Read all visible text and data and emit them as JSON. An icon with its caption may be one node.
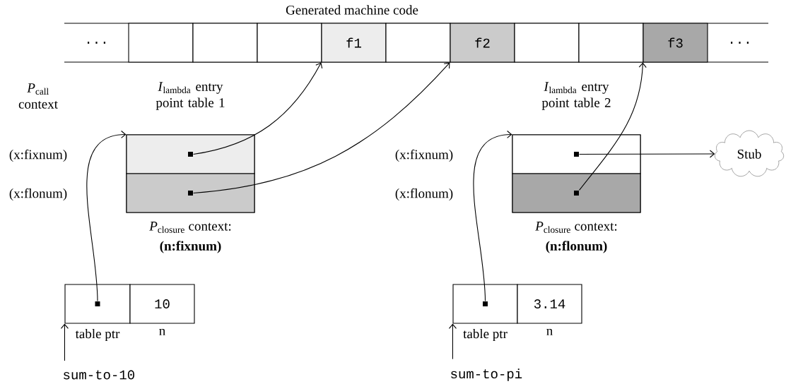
{
  "diagram": {
    "title": "Generated machine code",
    "nodes": [
      {
        "text": [
          "..."
        ]
      },
      {
        "text": [],
        "shape": "box"
      },
      {
        "text": [],
        "shape": "box"
      },
      {
        "text": [],
        "shape": "box"
      },
      {
        "text": [
          "f1"
        ]
      },
      {
        "text": [],
        "shape": "box"
      },
      {
        "text": [
          "f2"
        ]
      },
      {
        "text": [],
        "shape": "box"
      },
      {
        "text": [],
        "shape": "box"
      },
      {
        "text": [
          "f3"
        ]
      },
      {
        "text": [
          "..."
        ]
      },
      {
        "text": [
          "*I*$_{lambda}$ entry point table 1"
        ],
        "beside": [
          "*P*$_{closure}$ context:",
          "(n:fixnum)"
        ]
      },
      {
        "text": [],
        "shape": "box",
        "in": 11
      },
      {
        "text": [],
        "shape": "box",
        "in": 12
      },
      {
        "text": [],
        "shape": "box",
        "in": 11
      },
      {
        "text": [],
        "shape": "box",
        "in": 14
      },
      {
        "text": [
          "*I*$_{lambda}$ entry point table 2"
        ],
        "beside": [
          "*P*$_{closure}$ context:",
          "(n:flonum)"
        ]
      },
      {
        "text": [],
        "shape": "box",
        "in": 16
      },
      {
        "text": [],
        "shape": "box",
        "in": 17
      },
      {
        "text": [],
        "shape": "box",
        "in": 16
      },
      {
        "text": [],
        "shape": "box",
        "in": 19
      },
      {
        "text": [
          "Stub"
        ]
      },
      {
        "text": [],
        "shape": "box",
        "beside": [
          "table ptr"
        ]
      },
      {
        "text": [],
        "shape": "box",
        "in": 22
      },
      {
        "text": [
          "10"
        ],
        "beside": [
          "n"
        ]
      },
      {
        "text": [],
        "shape": "box",
        "beside": [
          "table ptr"
        ]
      },
      {
        "text": [],
        "shape": "box",
        "in": 25
      },
      {
        "text": [
          "3.14"
        ],
        "beside": [
          "n"
        ]
      },
      {
        "text": [
          "sum-to-10"
        ]
      },
      {
        "text": [
          "sum-to-pi"
        ]
      }
    ],
    "edges": [
      {
        "from": 13,
        "to": 4,
        "arrow": "to"
      },
      {
        "from": 15,
        "to": 6,
        "arrow": "to"
      },
      {
        "from": 18,
        "to": 21,
        "arrow": "to"
      },
      {
        "from": 20,
        "to": 9,
        "arrow": "to"
      },
      {
        "from": 23,
        "to": 11,
        "arrow": "to"
      },
      {
        "from": 26,
        "to": 16,
        "arrow": "to"
      },
      {
        "from": 28,
        "to": 22,
        "arrow": "to"
      },
      {
        "from": 29,
        "to": 25,
        "arrow": "to"
      }
    ],
    "labels": [
      "*P*$_{call}$ context",
      "(x:fixnum)",
      "(x:fixnum)",
      "(x:flonum)",
      "(x:flonum)"
    ]
  }
}
